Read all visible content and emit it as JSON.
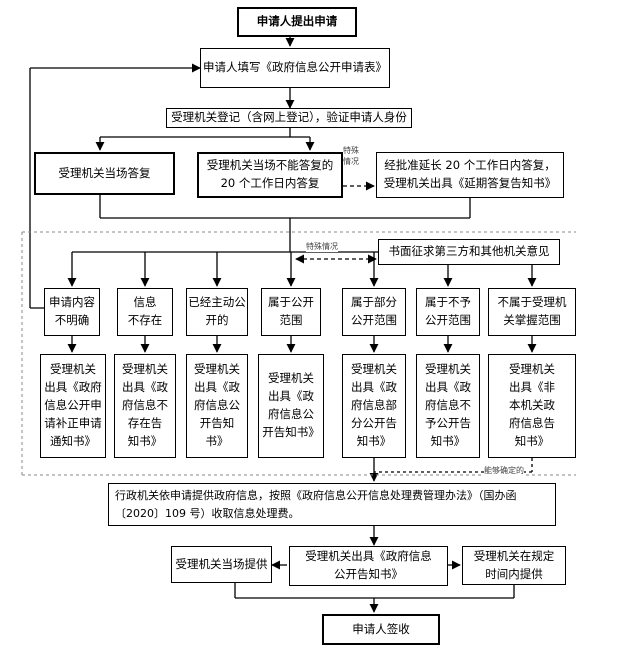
{
  "flow": {
    "apply": "申请人提出申请",
    "fill_form": "申请人填写《政府信息公开申请表》",
    "register": "受理机关登记（含网上登记），验证申请人身份",
    "answer_onsite": "受理机关当场答复",
    "answer_20days": "受理机关当场不能答复的\n20 个工作日内答复",
    "note_special_1": "特殊\n情况",
    "extension": "经批准延长 20 个工作日内答复，\n受理机关出具《延期答复告知书》",
    "note_special_2": "特殊情况",
    "third_party": "书面征求第三方和其他机关意见",
    "note_can_determine": "能够确定的",
    "categories": [
      "申请内容\n不明确",
      "信息\n不存在",
      "已经主动公\n开的",
      "属于公开\n范围",
      "属于部分\n公开范围",
      "属于不予\n公开范围",
      "不属于受理机\n关掌握范围"
    ],
    "notices": [
      "受理机关\n出具《政府\n信息公开申\n请补正申请\n通知书》",
      "受理机关\n出具《政\n府信息不\n存在告\n知书》",
      "受理机关\n出具《政\n府信息公\n开告知\n书》",
      "受理机关\n出具《政\n府信息公\n开告知书》",
      "受理机关\n出具《政\n府信息部\n分公开告\n知书》",
      "受理机关\n出具《政\n府信息不\n予公开告\n知书》",
      "受理机关\n出具《非\n本机关政\n府信息告\n知书》"
    ],
    "fee": "行政机关依申请提供政府信息，按照《政府信息公开信息处理费管理办法》（国办函\n〔2020〕109 号）收取信息处理费。",
    "provide_onsite": "受理机关当场提供",
    "issue_notice": "受理机关出具《政府信息\n公开告知书》",
    "provide_in_time": "受理机关在规定\n时间内提供",
    "sign": "申请人签收"
  }
}
